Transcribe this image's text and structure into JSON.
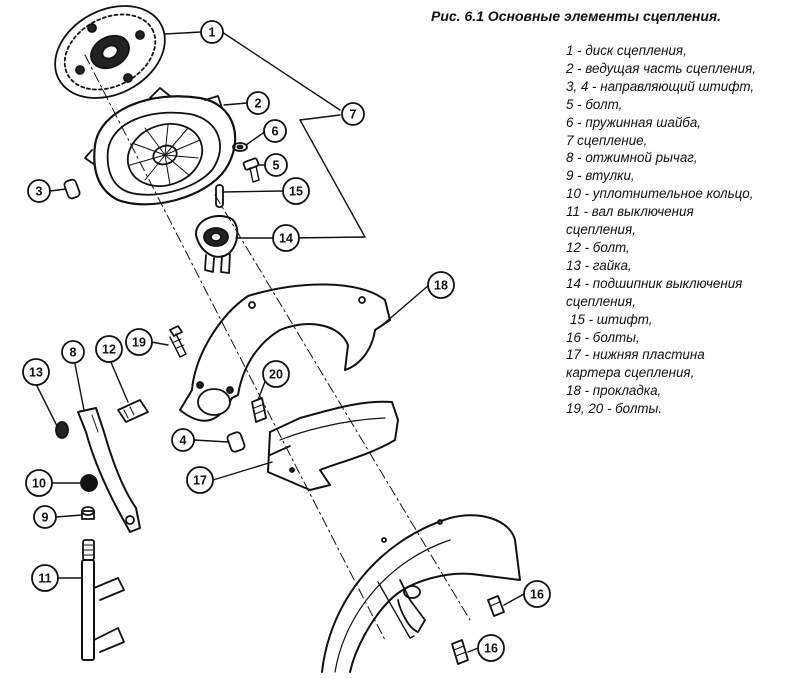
{
  "caption": "Рис. 6.1 Основные элементы сцепления.",
  "legend": [
    "1 - диск сцепления,",
    "2 - ведущая часть сцепления,",
    "3, 4 - направляющий штифт,",
    "5 - болт,",
    "6 - пружинная шайба,",
    "7 сцепление,",
    "8 - отжимной рычаг,",
    "9 - втулки,",
    "10 - уплотнительное кольцо,",
    "11 - вал выключения сцепления,",
    "12 - болт,",
    "13 - гайка,",
    "14 - подшипник выключения сцепления,",
    "15 - штифт,",
    "16 - болты,",
    "17 - нижняя пластина картера сцепления,",
    "18 - прокладка,",
    "19, 20 - болты."
  ],
  "callouts": {
    "c1": "1",
    "c2": "2",
    "c3": "3",
    "c4": "4",
    "c5": "5",
    "c6": "6",
    "c7": "7",
    "c8": "8",
    "c9": "9",
    "c10": "10",
    "c11": "11",
    "c12": "12",
    "c13": "13",
    "c14": "14",
    "c15": "15",
    "c16a": "16",
    "c16b": "16",
    "c17": "17",
    "c18": "18",
    "c19": "19",
    "c20": "20"
  }
}
